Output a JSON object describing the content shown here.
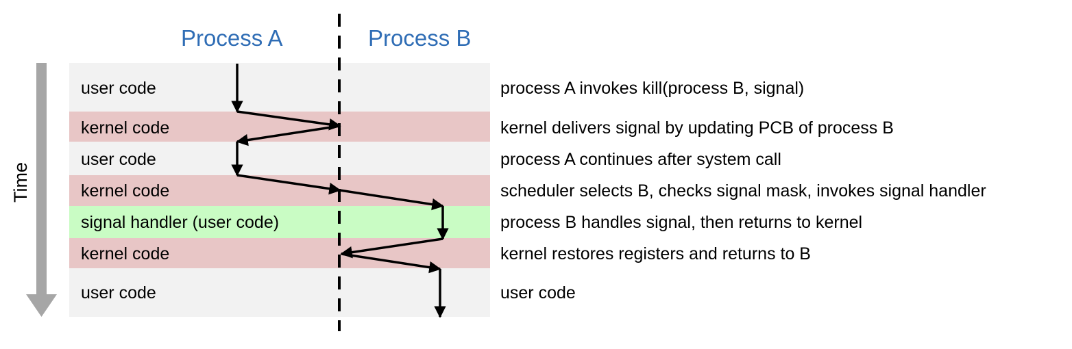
{
  "process_a_title": "Process A",
  "process_b_title": "Process B",
  "time_label": "Time",
  "rows": [
    {
      "kind": "user",
      "label": "user code",
      "description": "process A invokes kill(process B, signal)"
    },
    {
      "kind": "kernel",
      "label": "kernel code",
      "description": "kernel delivers signal by updating PCB of process B"
    },
    {
      "kind": "user",
      "label": "user code",
      "description": "process A continues after system call"
    },
    {
      "kind": "kernel",
      "label": "kernel code",
      "description": "scheduler selects B, checks signal mask, invokes signal handler"
    },
    {
      "kind": "handler",
      "label": "signal handler (user code)",
      "description": "process B handles signal, then returns to kernel"
    },
    {
      "kind": "kernel",
      "label": "kernel code",
      "description": "kernel restores registers and returns to B"
    },
    {
      "kind": "user",
      "label": "user code",
      "description": "user code"
    }
  ],
  "colors": {
    "user_band": "#f2f2f2",
    "kernel_band": "#e8c6c6",
    "handler_band": "#c9fcc4",
    "title": "#2f6db5",
    "time_arrow": "#a6a6a6"
  }
}
